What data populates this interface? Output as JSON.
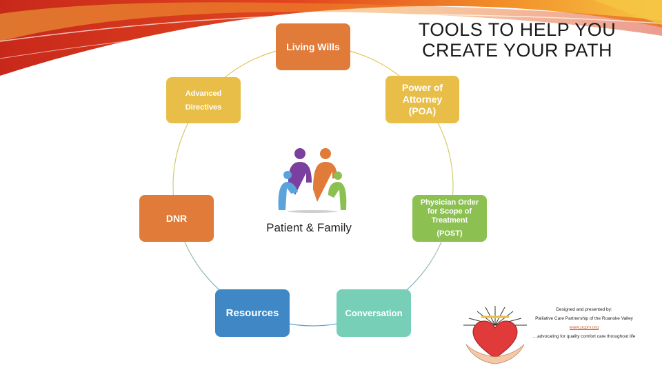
{
  "slide": {
    "title_line1": "TOOLS TO HELP YOU",
    "title_line2": "CREATE YOUR PATH"
  },
  "center": {
    "label": "Patient & Family",
    "figure_colors": [
      "#7B3FA0",
      "#E07B39",
      "#5BA3DC",
      "#8CC152"
    ]
  },
  "nodes": {
    "living_wills": {
      "label": "Living Wills",
      "color": "#E07B39"
    },
    "poa": {
      "line1": "Power of",
      "line2": "Attorney",
      "line3": "(POA)",
      "color": "#E8BE48"
    },
    "advanced_directives": {
      "line1": "Advanced",
      "line2": "Directives",
      "color": "#E8BE48"
    },
    "post": {
      "line1": "Physician Order",
      "line2": "for Scope of",
      "line3": "Treatment",
      "line4": "(POST)",
      "color": "#8CC152"
    },
    "dnr": {
      "label": "DNR",
      "color": "#E07B39"
    },
    "resources": {
      "label": "Resources",
      "color": "#3F88C5"
    },
    "conversation": {
      "label": "Conversation",
      "color": "#76CFB6"
    }
  },
  "credit": {
    "line1": "Designed and presented by:",
    "line2": "Palliative Care Partnership of the Roanoke Valley",
    "link": "www.pcprv.org",
    "tagline": "…advocating for quality comfort care throughout life",
    "logo_icon": "heart-in-hands-icon"
  },
  "colors": {
    "swoosh_red": "#D9361E",
    "swoosh_orange": "#F28C28",
    "swoosh_yellow": "#F6C644"
  }
}
